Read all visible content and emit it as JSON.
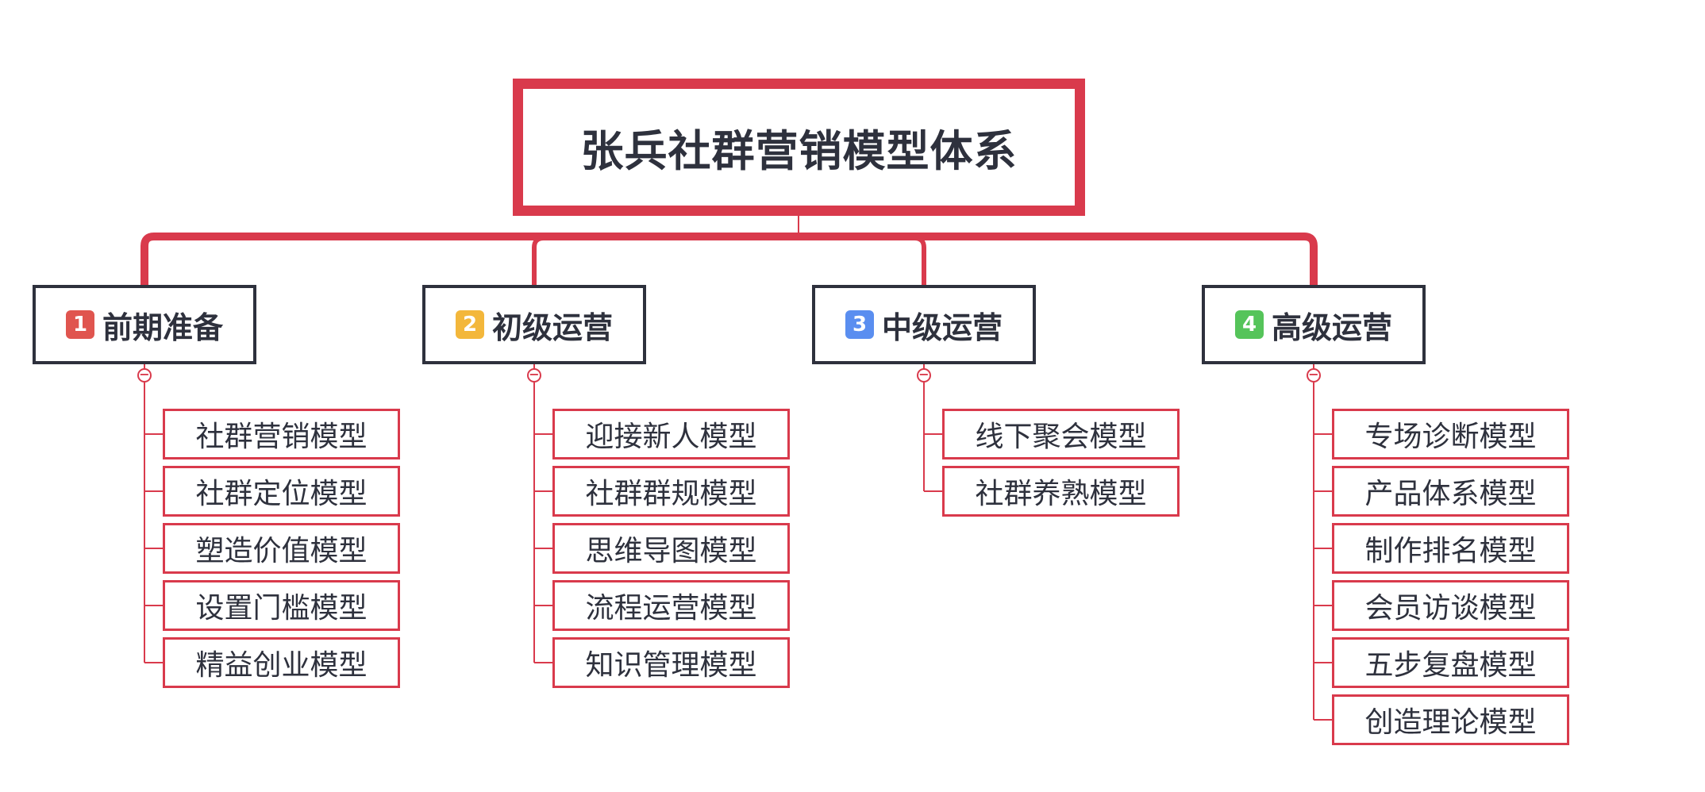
{
  "root": {
    "title": "张兵社群营销模型体系"
  },
  "colors": {
    "accent": "#d93a4c",
    "text": "#2e313d",
    "badge_1": "#e0554f",
    "badge_2": "#f3b73b",
    "badge_3": "#5a8ef0",
    "badge_4": "#55c45a"
  },
  "categories": [
    {
      "badge": "1",
      "label": "前期准备",
      "items": [
        "社群营销模型",
        "社群定位模型",
        "塑造价值模型",
        "设置门槛模型",
        "精益创业模型"
      ]
    },
    {
      "badge": "2",
      "label": "初级运营",
      "items": [
        "迎接新人模型",
        "社群群规模型",
        "思维导图模型",
        "流程运营模型",
        "知识管理模型"
      ]
    },
    {
      "badge": "3",
      "label": "中级运营",
      "items": [
        "线下聚会模型",
        "社群养熟模型"
      ]
    },
    {
      "badge": "4",
      "label": "高级运营",
      "items": [
        "专场诊断模型",
        "产品体系模型",
        "制作排名模型",
        "会员访谈模型",
        "五步复盘模型",
        "创造理论模型"
      ]
    }
  ]
}
